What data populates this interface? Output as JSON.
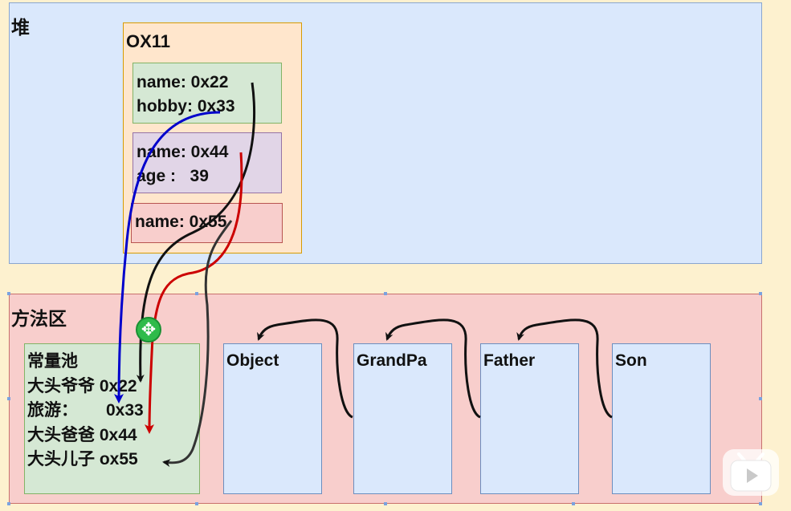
{
  "heap": {
    "label": "堆"
  },
  "method_area": {
    "label": "方法区"
  },
  "object": {
    "title": "OX11",
    "son_fields": [
      "name: 0x22",
      "hobby: 0x33"
    ],
    "father_fields": [
      "name: 0x44",
      "age :   39"
    ],
    "grandpa_fields": [
      "name: 0x55"
    ]
  },
  "constant_pool": {
    "title": "常量池",
    "rows": [
      "大头爷爷 0x22",
      "旅游：      0x33",
      "大头爸爸 0x44",
      "大头儿子 ox55"
    ]
  },
  "classes": [
    "Object",
    "GrandPa",
    "Father",
    "Son"
  ],
  "colors": {
    "blue_arrow": "#0000cc",
    "red_arrow": "#cc0000",
    "black_arrow": "#111111"
  },
  "icons": {
    "move_handle": "move-cursor-icon",
    "player_logo": "bilibili-tv-icon"
  }
}
